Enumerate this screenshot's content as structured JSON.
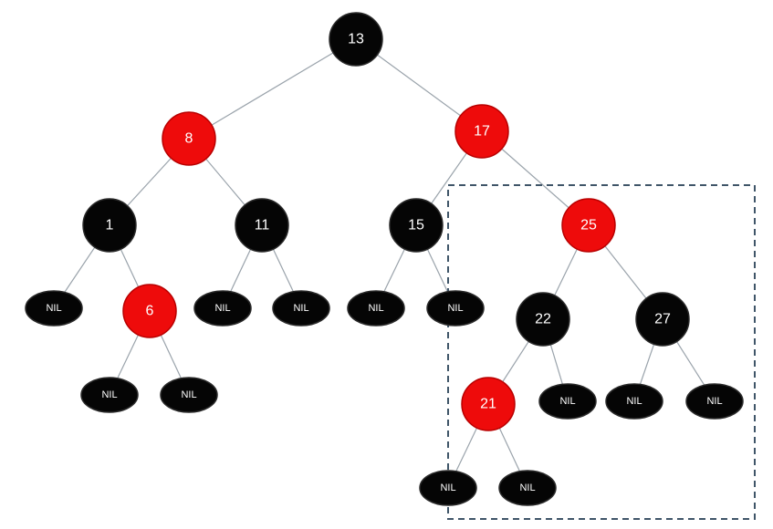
{
  "colors": {
    "black_node": "#050505",
    "red_node": "#ee0b0b",
    "edge": "#9aa3ab",
    "highlight_border": "#3f5568",
    "label": "#ffffff"
  },
  "nodes": [
    {
      "id": "n13",
      "label": "13",
      "color": "black"
    },
    {
      "id": "n8",
      "label": "8",
      "color": "red"
    },
    {
      "id": "n17",
      "label": "17",
      "color": "red"
    },
    {
      "id": "n1",
      "label": "1",
      "color": "black"
    },
    {
      "id": "n11",
      "label": "11",
      "color": "black"
    },
    {
      "id": "n15",
      "label": "15",
      "color": "black"
    },
    {
      "id": "n25",
      "label": "25",
      "color": "red"
    },
    {
      "id": "n6",
      "label": "6",
      "color": "red"
    },
    {
      "id": "n22",
      "label": "22",
      "color": "black"
    },
    {
      "id": "n27",
      "label": "27",
      "color": "black"
    },
    {
      "id": "n21",
      "label": "21",
      "color": "red"
    },
    {
      "id": "nil1",
      "label": "NIL",
      "color": "black",
      "nil": true
    },
    {
      "id": "nil2",
      "label": "NIL",
      "color": "black",
      "nil": true
    },
    {
      "id": "nil3",
      "label": "NIL",
      "color": "black",
      "nil": true
    },
    {
      "id": "nil4",
      "label": "NIL",
      "color": "black",
      "nil": true
    },
    {
      "id": "nil5",
      "label": "NIL",
      "color": "black",
      "nil": true
    },
    {
      "id": "nil6",
      "label": "NIL",
      "color": "black",
      "nil": true
    },
    {
      "id": "nil7",
      "label": "NIL",
      "color": "black",
      "nil": true
    },
    {
      "id": "nil8",
      "label": "NIL",
      "color": "black",
      "nil": true
    },
    {
      "id": "nil9",
      "label": "NIL",
      "color": "black",
      "nil": true
    },
    {
      "id": "nil10",
      "label": "NIL",
      "color": "black",
      "nil": true
    },
    {
      "id": "nil11",
      "label": "NIL",
      "color": "black",
      "nil": true
    },
    {
      "id": "nil12",
      "label": "NIL",
      "color": "black",
      "nil": true
    }
  ],
  "edges": [
    [
      "n13",
      "n8"
    ],
    [
      "n13",
      "n17"
    ],
    [
      "n8",
      "n1"
    ],
    [
      "n8",
      "n11"
    ],
    [
      "n17",
      "n15"
    ],
    [
      "n17",
      "n25"
    ],
    [
      "n1",
      "nil1"
    ],
    [
      "n1",
      "n6"
    ],
    [
      "n6",
      "nil5"
    ],
    [
      "n6",
      "nil6"
    ],
    [
      "n11",
      "nil2"
    ],
    [
      "n11",
      "nil3"
    ],
    [
      "n15",
      "nil4"
    ],
    [
      "n15",
      "nil7"
    ],
    [
      "n25",
      "n22"
    ],
    [
      "n25",
      "n27"
    ],
    [
      "n22",
      "n21"
    ],
    [
      "n22",
      "nil8"
    ],
    [
      "n27",
      "nil9"
    ],
    [
      "n27",
      "nil10"
    ],
    [
      "n21",
      "nil11"
    ],
    [
      "n21",
      "nil12"
    ]
  ]
}
